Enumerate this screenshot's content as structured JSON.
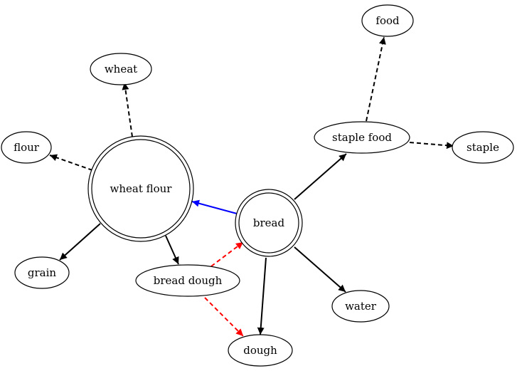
{
  "nodes": {
    "food": "food",
    "wheat": "wheat",
    "flour": "flour",
    "staple_food": "staple food",
    "staple": "staple",
    "wheat_flour": "wheat flour",
    "bread": "bread",
    "grain": "grain",
    "bread_dough": "bread dough",
    "water": "water",
    "dough": "dough"
  },
  "colors": {
    "default_edge": "#000000",
    "highlight_edge": "#0000ff",
    "dashed_highlight_edge": "#ff0000"
  }
}
